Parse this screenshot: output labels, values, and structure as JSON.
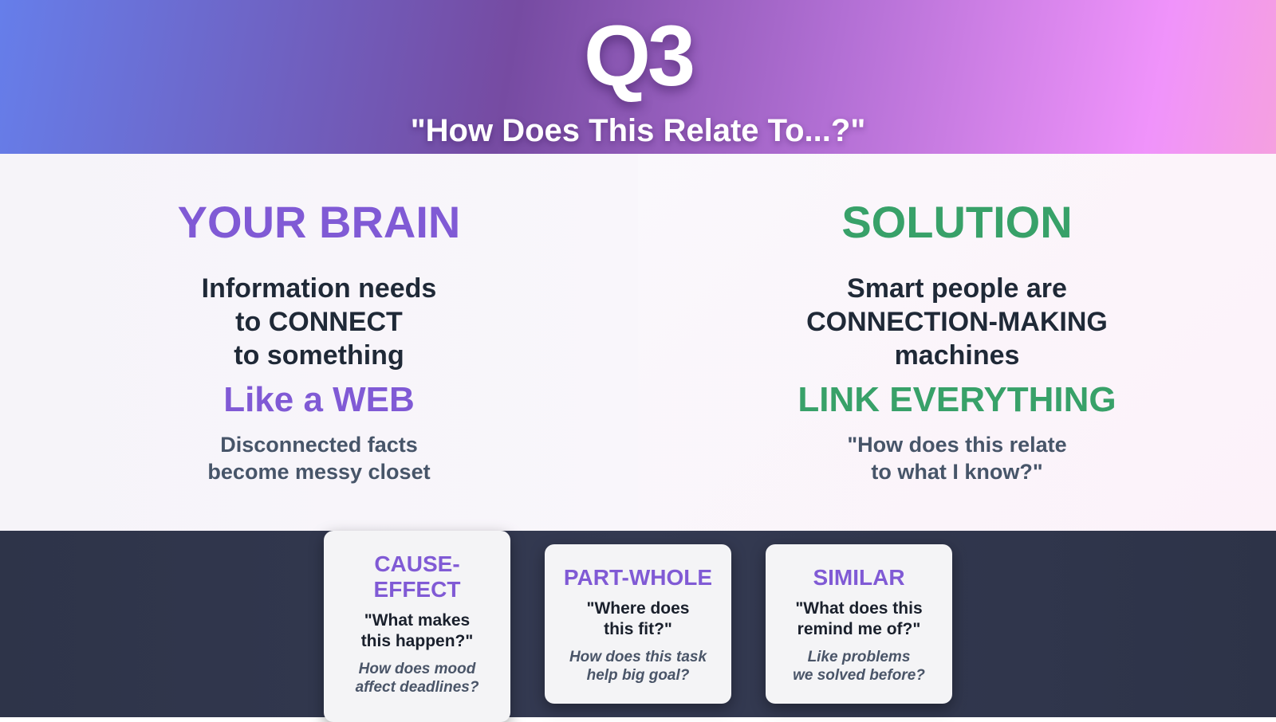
{
  "header": {
    "title": "Q3",
    "subtitle": "\"How Does This Relate To...?\""
  },
  "left_panel": {
    "heading": "YOUR BRAIN",
    "body_lines": [
      "Information needs",
      "to CONNECT",
      "to something"
    ],
    "accent": "Like a WEB",
    "note_lines": [
      "Disconnected facts",
      "become messy closet"
    ]
  },
  "right_panel": {
    "heading": "SOLUTION",
    "body_lines": [
      "Smart people are",
      "CONNECTION-MAKING",
      "machines"
    ],
    "accent": "LINK EVERYTHING",
    "note_lines": [
      "\"How does this relate",
      "to what I know?\""
    ]
  },
  "cards": [
    {
      "title_lines": [
        "CAUSE-",
        "EFFECT"
      ],
      "question_lines": [
        "\"What makes",
        "this happen?\""
      ],
      "example_lines": [
        "How does mood",
        "affect deadlines?"
      ]
    },
    {
      "title_lines": [
        "PART-WHOLE"
      ],
      "question_lines": [
        "\"Where does",
        "this fit?\""
      ],
      "example_lines": [
        "How does this task",
        "help big goal?"
      ]
    },
    {
      "title_lines": [
        "SIMILAR"
      ],
      "question_lines": [
        "\"What does this",
        "remind me of?\""
      ],
      "example_lines": [
        "Like problems",
        "we solved before?"
      ]
    }
  ],
  "colors": {
    "purple_accent": "#805ad5",
    "green_accent": "#38a169",
    "dark_band": "#2d3349",
    "body_text": "#1f2937",
    "muted_text": "#475569"
  }
}
